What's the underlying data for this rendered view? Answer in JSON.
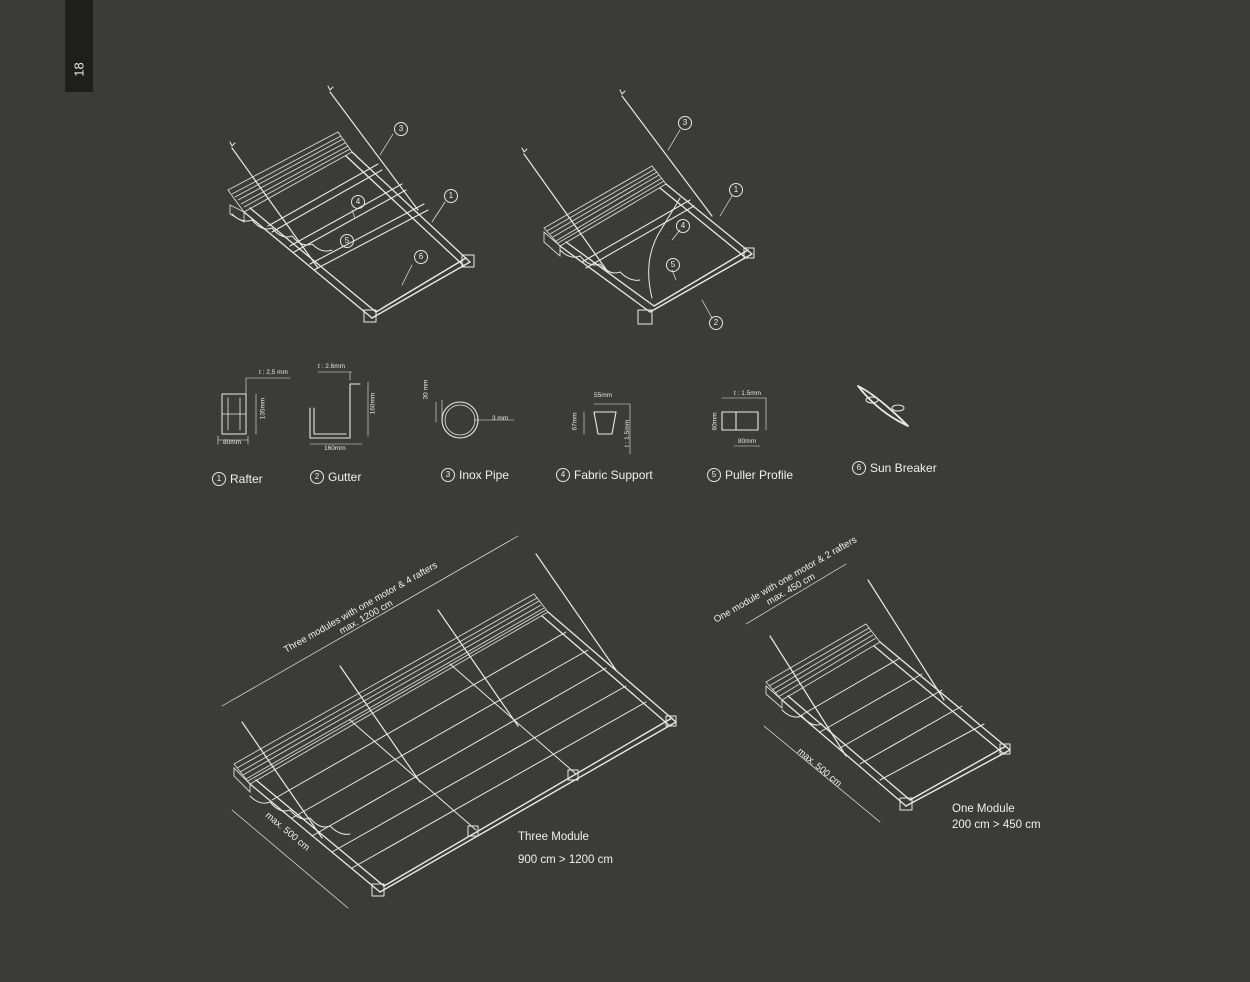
{
  "page_number": "18",
  "callouts": [
    "1",
    "2",
    "3",
    "4",
    "5",
    "6"
  ],
  "components": [
    {
      "num": "1",
      "label": "Rafter",
      "dims": [
        "t : 2,5 mm",
        "135mm",
        "80mm"
      ]
    },
    {
      "num": "2",
      "label": "Gutter",
      "dims": [
        "t : 2.6mm",
        "160mm",
        "160mm"
      ]
    },
    {
      "num": "3",
      "label": "Inox Pipe",
      "dims": [
        "30 mm",
        "3 mm"
      ]
    },
    {
      "num": "4",
      "label": "Fabric Support",
      "dims": [
        "55mm",
        "67mm",
        "t : 1.5mm"
      ]
    },
    {
      "num": "5",
      "label": "Puller Profile",
      "dims": [
        "t : 1.5mm",
        "60mm",
        "80mm"
      ]
    },
    {
      "num": "6",
      "label": "Sun Breaker",
      "dims": []
    }
  ],
  "three_module": {
    "dim_line1": "Three modules with one motor & 4 rafters",
    "dim_line2": "max.  1200 cm",
    "depth": "max. 500 cm",
    "title": "Three Module",
    "range": "900 cm > 1200 cm"
  },
  "one_module": {
    "dim_line1": "One module with one motor & 2 rafters",
    "dim_line2": "max.  450 cm",
    "depth": "max. 500 cm",
    "title": "One Module",
    "range": "200 cm > 450 cm"
  },
  "colors": {
    "background": "#3b3b3a",
    "tab": "#1e1e1d",
    "line": "#e9e9e9"
  }
}
